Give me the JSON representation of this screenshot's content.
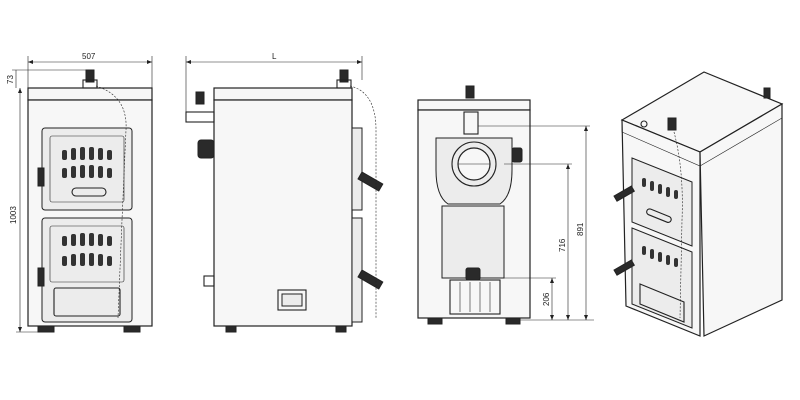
{
  "dimensions": {
    "width_front": "507",
    "top_offset": "73",
    "height_total": "1003",
    "length_side": "L",
    "height_891": "891",
    "height_716": "716",
    "height_206": "206"
  },
  "colors": {
    "line": "#222222",
    "body": "#f7f7f7",
    "panel": "#ececec",
    "dark": "#2a2a2a"
  }
}
